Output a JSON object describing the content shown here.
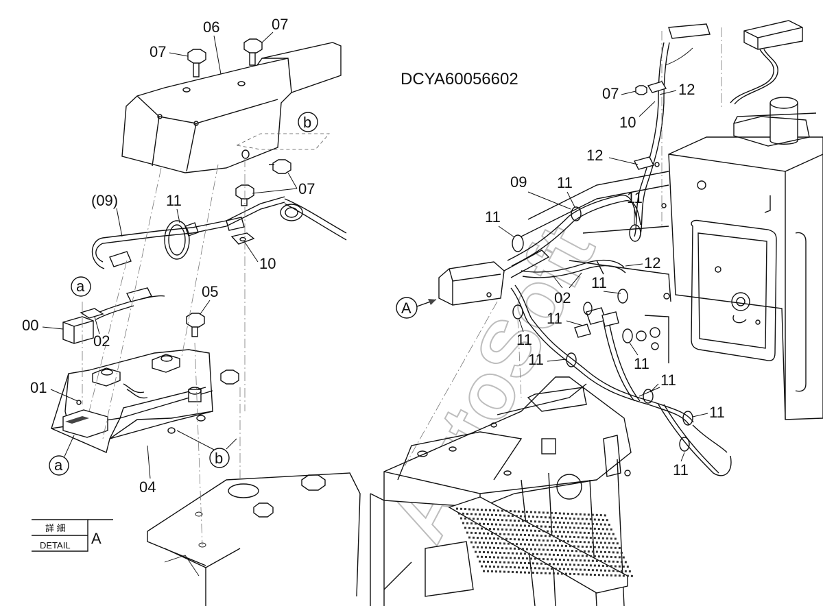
{
  "drawing": {
    "code": "DCYA60056602",
    "watermark": "AutoSoft",
    "detail_box": {
      "jp_label": "詳 細",
      "en_label": "DETAIL",
      "ref": "A"
    }
  },
  "detail_view": {
    "callouts": {
      "c00": "00",
      "c01": "01",
      "c02": "02",
      "c04": "04",
      "c05": "05",
      "c06": "06",
      "c07a": "07",
      "c07b": "07",
      "c07c": "07",
      "c09": "(09)",
      "c10": "10",
      "c11": "11",
      "ref_a1": "a",
      "ref_a2": "a",
      "ref_b1": "b",
      "ref_b2": "b"
    }
  },
  "main_view": {
    "callouts": {
      "c02": "02",
      "c07": "07",
      "c09": "09",
      "c10": "10",
      "c11_1": "11",
      "c11_2": "11",
      "c11_3": "11",
      "c11_4": "11",
      "c11_5": "11",
      "c11_6": "11",
      "c11_7": "11",
      "c11_8": "11",
      "c11_9": "11",
      "c11_10": "11",
      "c11_11": "11",
      "c12_1": "12",
      "c12_2": "12",
      "c12_3": "12",
      "detail_ref": "A"
    }
  }
}
